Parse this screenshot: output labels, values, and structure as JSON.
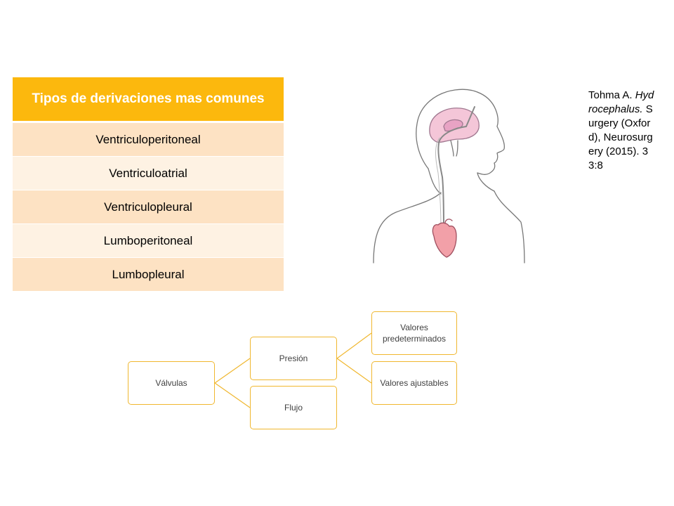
{
  "table": {
    "header": "Tipos de derivaciones mas comunes",
    "rows": [
      "Ventriculoperitoneal",
      "Ventriculoatrial",
      "Ventriculopleural",
      "Lumboperitoneal",
      "Lumbopleural"
    ]
  },
  "citation": {
    "author": "Tohma A.",
    "journal": "Hydrocephalus.",
    "rest": "Surgery (Oxford), Neurosurgery (2015). 33:8"
  },
  "tree": {
    "root": "Válvulas",
    "pressure": "Presión",
    "flow": "Flujo",
    "preset": "Valores predeterminados",
    "adjustable": "Valores ajustables"
  },
  "colors": {
    "header": "#fcb80d",
    "row_dark": "#fde2c3",
    "row_light": "#fef2e3",
    "node_border": "#f0b72f",
    "brain": "#f4c6d8",
    "heart": "#f2a0a8"
  }
}
